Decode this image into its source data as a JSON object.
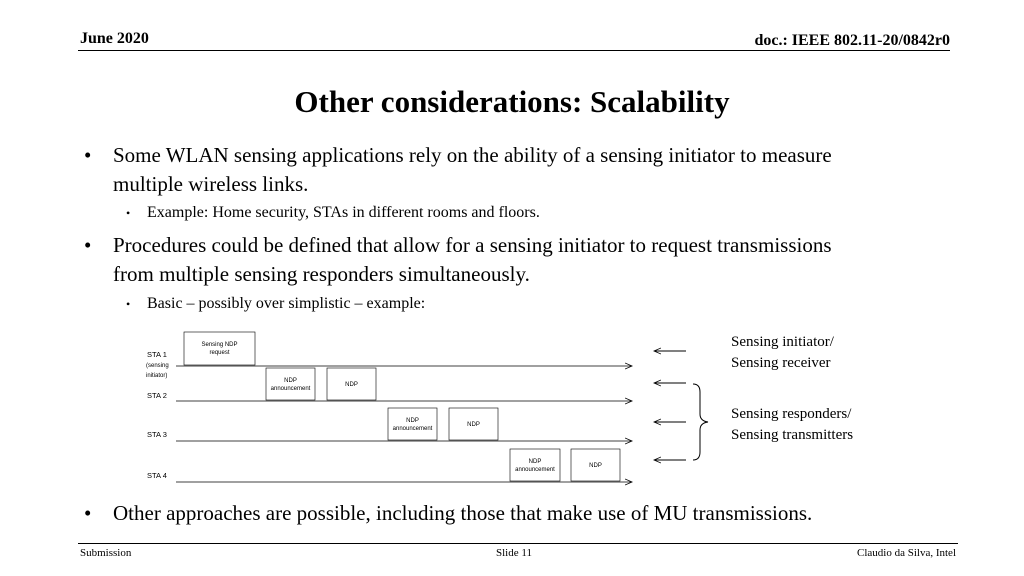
{
  "header": {
    "date": "June 2020",
    "doc": "doc.: IEEE 802.11-20/0842r0"
  },
  "title": "Other considerations: Scalability",
  "bullets": [
    {
      "line1": "Some WLAN sensing applications rely on the ability of a sensing initiator to measure",
      "line2": "multiple wireless links.",
      "sub": "Example: Home security, STAs in different rooms and floors."
    },
    {
      "line1": "Procedures could be defined that allow for a sensing initiator to request transmissions",
      "line2": "from multiple sensing responders simultaneously.",
      "sub": "Basic – possibly over simplistic – example:"
    },
    {
      "line1": "Other approaches are possible, including those that make use of MU transmissions."
    }
  ],
  "bullet_glyph": "•",
  "diagram": {
    "sta1": {
      "name": "STA 1",
      "note_line1": "(sensing",
      "note_line2": "initiator)"
    },
    "sta2": "STA 2",
    "sta3": "STA 3",
    "sta4": "STA 4",
    "sensing_request": {
      "line1": "Sensing NDP",
      "line2": "request"
    },
    "ndpa": {
      "line1": "NDP",
      "line2": "announcement"
    },
    "ndp": "NDP",
    "initiator_label": {
      "line1": "Sensing initiator/",
      "line2": "Sensing receiver"
    },
    "responder_label": {
      "line1": "Sensing responders/",
      "line2": "Sensing transmitters"
    }
  },
  "footer": {
    "left": "Submission",
    "center": "Slide 11",
    "right": "Claudio da Silva, Intel"
  }
}
